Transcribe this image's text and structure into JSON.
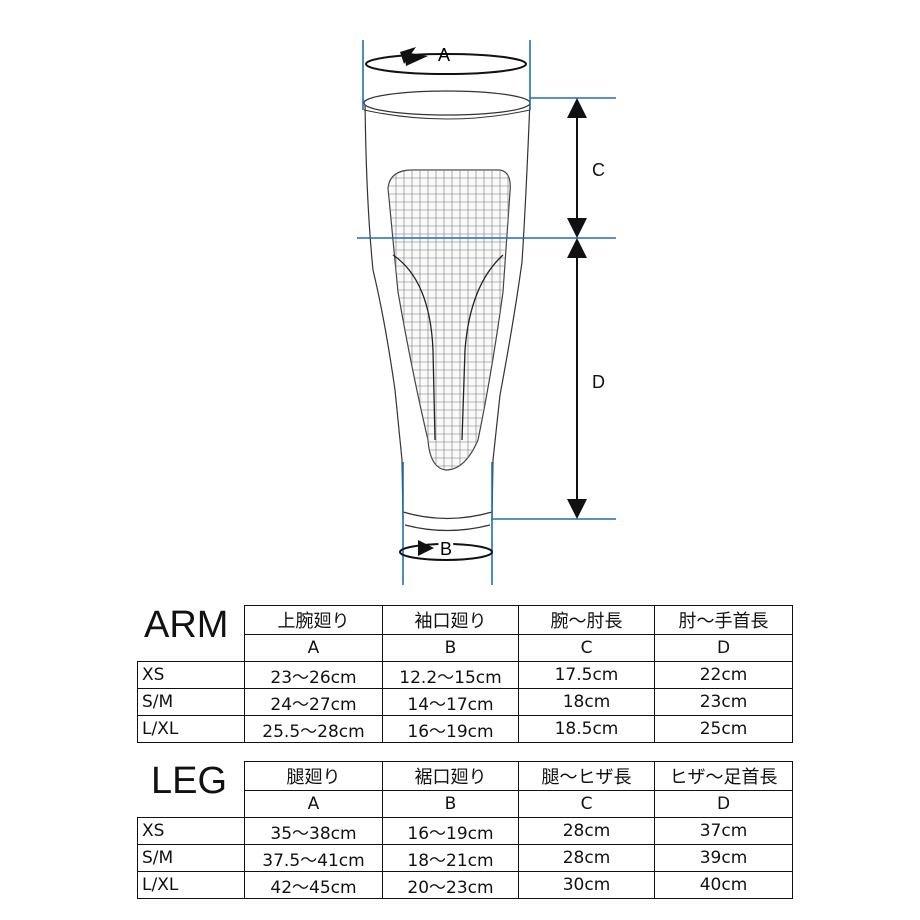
{
  "diagram": {
    "labels": {
      "a": "A",
      "b": "B",
      "c": "C",
      "d": "D"
    },
    "line_color": "#1f6fb5"
  },
  "arm": {
    "title": "ARM",
    "headers": [
      "上腕廻り",
      "袖口廻り",
      "腕〜肘長",
      "肘〜手首長"
    ],
    "letters": [
      "A",
      "B",
      "C",
      "D"
    ],
    "rows": [
      {
        "size": "XS",
        "values": [
          "23〜26cm",
          "12.2〜15cm",
          "17.5cm",
          "22cm"
        ]
      },
      {
        "size": "S/M",
        "values": [
          "24〜27cm",
          "14〜17cm",
          "18cm",
          "23cm"
        ]
      },
      {
        "size": "L/XL",
        "values": [
          "25.5〜28cm",
          "16〜19cm",
          "18.5cm",
          "25cm"
        ]
      }
    ]
  },
  "leg": {
    "title": "LEG",
    "headers": [
      "腿廻り",
      "裾口廻り",
      "腿〜ヒザ長",
      "ヒザ〜足首長"
    ],
    "letters": [
      "A",
      "B",
      "C",
      "D"
    ],
    "rows": [
      {
        "size": "XS",
        "values": [
          "35〜38cm",
          "16〜19cm",
          "28cm",
          "37cm"
        ]
      },
      {
        "size": "S/M",
        "values": [
          "37.5〜41cm",
          "18〜21cm",
          "28cm",
          "39cm"
        ]
      },
      {
        "size": "L/XL",
        "values": [
          "42〜45cm",
          "20〜23cm",
          "30cm",
          "40cm"
        ]
      }
    ]
  }
}
